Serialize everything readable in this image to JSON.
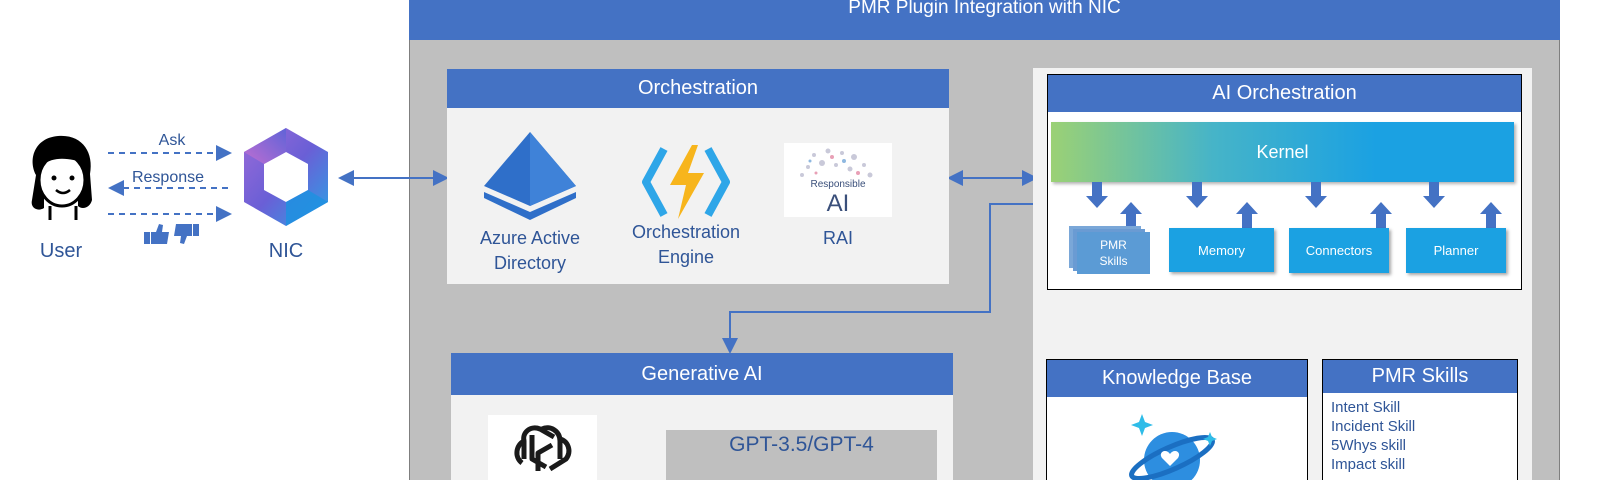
{
  "main_panel": {
    "title": "PMR Plugin Integration with NIC"
  },
  "user": {
    "label": "User"
  },
  "nic": {
    "label": "NIC"
  },
  "arrows": {
    "ask": "Ask",
    "response": "Response"
  },
  "orchestration": {
    "title": "Orchestration",
    "items": [
      {
        "label_line1": "Azure Active",
        "label_line2": "Directory"
      },
      {
        "label_line1": "Orchestration",
        "label_line2": "Engine"
      },
      {
        "label_line1": "RAI",
        "label_line2": ""
      }
    ],
    "rai_logo_text": "Responsible",
    "rai_logo_ai": "AI"
  },
  "ai_orchestration": {
    "title": "AI Orchestration",
    "kernel": "Kernel",
    "pmr_skills_stack": [
      "PMR",
      "Skills"
    ],
    "memory": "Memory",
    "connectors": "Connectors",
    "planner": "Planner"
  },
  "generative_ai": {
    "title": "Generative AI",
    "model_line1": "GPT-3.5/GPT-4"
  },
  "knowledge_base": {
    "title": "Knowledge Base"
  },
  "pmr_skills": {
    "title": "PMR Skills",
    "items": [
      "Intent Skill",
      "Incident Skill",
      "5Whys skill",
      "Impact skill"
    ]
  },
  "colors": {
    "header_blue": "#4472c4",
    "skill_blue": "#1ba1e2",
    "panel_gray": "#bfbfbf",
    "box_light": "#f2f2f2",
    "text_blue": "#2f5597"
  }
}
